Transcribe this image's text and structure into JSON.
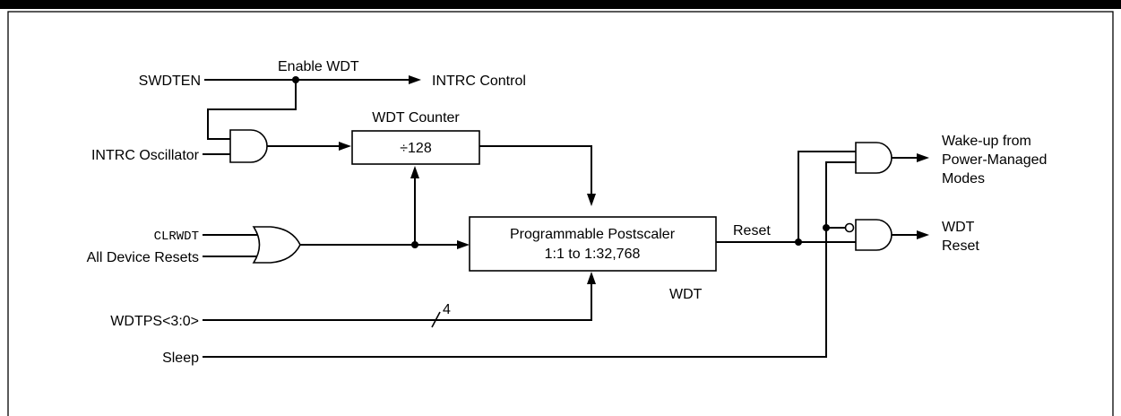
{
  "inputs": {
    "swdten": "SWDTEN",
    "intrc_oscillator": "INTRC Oscillator",
    "clrwdt": "CLRWDT",
    "all_device_resets": "All Device Resets",
    "wdtps": "WDTPS<3:0>",
    "sleep": "Sleep"
  },
  "labels": {
    "enable_wdt": "Enable WDT",
    "intrc_control": "INTRC Control",
    "wdt_counter": "WDT Counter",
    "reset": "Reset",
    "wdt": "WDT",
    "bus_width": "4"
  },
  "blocks": {
    "divider": "÷128",
    "postscaler_line1": "Programmable Postscaler",
    "postscaler_line2": "1:1 to 1:32,768"
  },
  "outputs": {
    "wakeup_line1": "Wake-up from",
    "wakeup_line2": "Power-Managed",
    "wakeup_line3": "Modes",
    "wdt_reset_line1": "WDT",
    "wdt_reset_line2": "Reset"
  }
}
